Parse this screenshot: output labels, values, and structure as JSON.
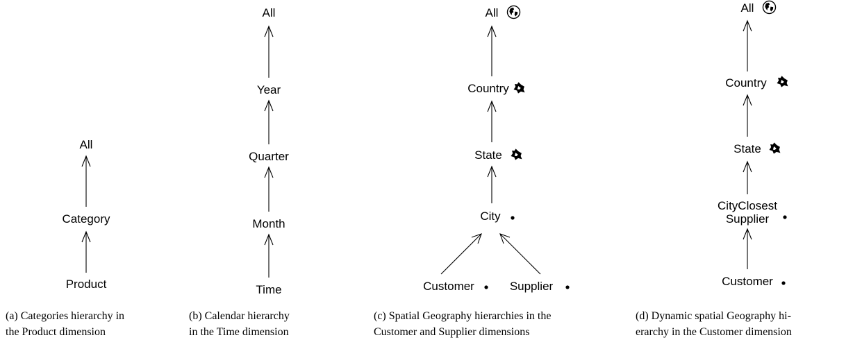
{
  "panels": [
    {
      "nodes": [
        "All",
        "Category",
        "Product"
      ],
      "caption_lines": [
        "(a) Categories hierarchy in",
        "the Product dimension"
      ]
    },
    {
      "nodes": [
        "All",
        "Year",
        "Quarter",
        "Month",
        "Time"
      ],
      "caption_lines": [
        "(b)  Calendar  hierarchy",
        "in the Time dimension"
      ]
    },
    {
      "nodes": [
        "All",
        "Country",
        "State",
        "City",
        "Customer",
        "Supplier"
      ],
      "caption_lines": [
        "(c) Spatial Geography hierarchies in the",
        "Customer and Supplier dimensions"
      ]
    },
    {
      "nodes": [
        "All",
        "Country",
        "State",
        "CityClosest",
        "Supplier",
        "Customer"
      ],
      "caption_lines": [
        "(d) Dynamic spatial Geography hi-",
        "erarchy in the Customer dimension"
      ]
    }
  ],
  "icons": {
    "all_level": "globe-icon",
    "region_level": "region-icon",
    "point_level": "point-icon"
  }
}
